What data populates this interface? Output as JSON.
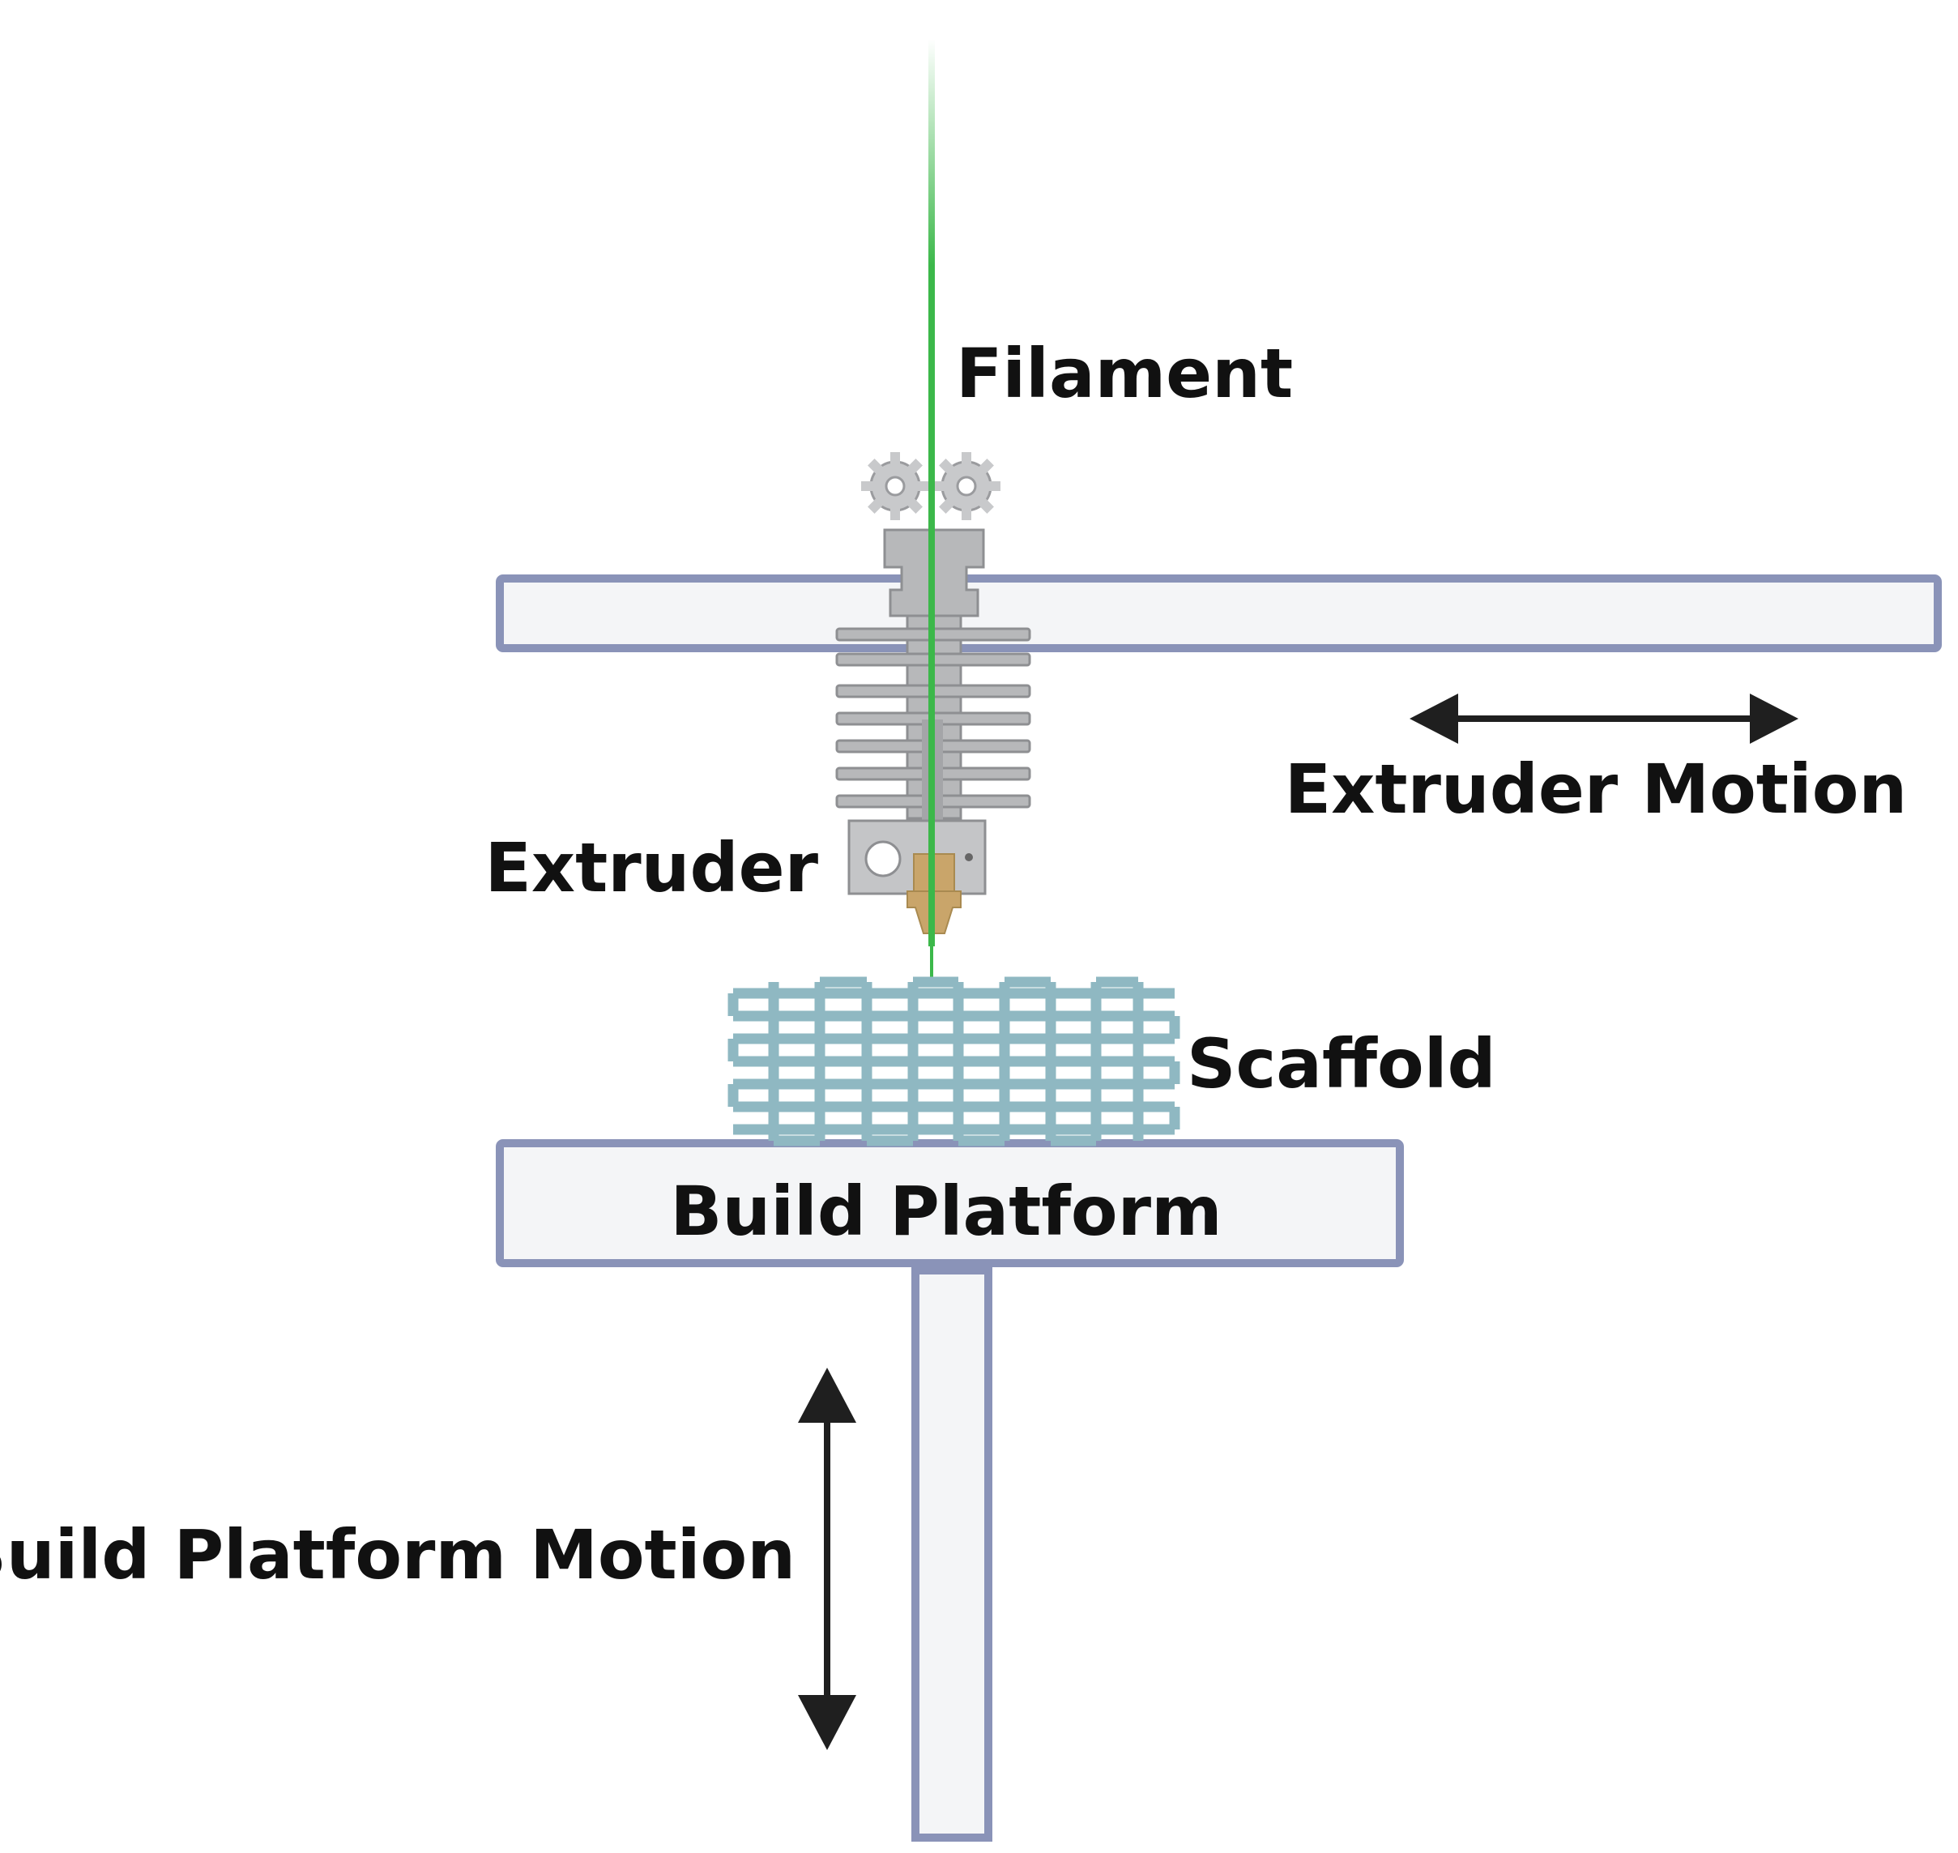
{
  "labels": {
    "filament": "Filament",
    "extruder": "Extruder",
    "extruder_motion": "Extruder Motion",
    "scaffold": "Scaffold",
    "build_platform": "Build Platform",
    "build_platform_motion": "Build Platform Motion"
  },
  "colors": {
    "rail_fill": "#f4f5f7",
    "rail_stroke": "#8a93b8",
    "filament": "#3cb84a",
    "extruder_body": "#b7b8ba",
    "nozzle": "#c9a56a",
    "scaffold": "#8fb8c2",
    "arrow": "#1f1f1f",
    "text": "#111111"
  },
  "icons": {
    "drive_gears": "gear-icon",
    "extruder_motion_arrow": "double-arrow-horizontal-icon",
    "platform_motion_arrow": "double-arrow-vertical-icon"
  }
}
